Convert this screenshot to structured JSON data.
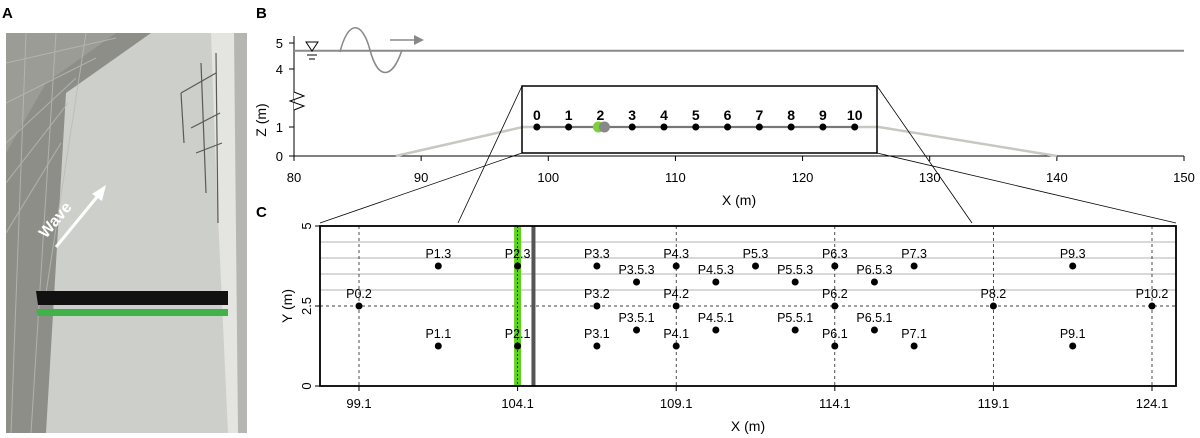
{
  "panels": {
    "a": {
      "letter": "A",
      "wave_label": "Wave",
      "colors": {
        "wall": "#8a8a86",
        "floor": "#cfd0cc",
        "black_strip": "#111111",
        "green_strip": "#3fb34a"
      }
    },
    "b": {
      "letter": "B",
      "xlabel": "X (m)",
      "ylabel": "Z (m)",
      "x_ticks": [
        "80",
        "90",
        "100",
        "110",
        "120",
        "130",
        "140",
        "150"
      ],
      "y_ticks": [
        "0",
        "1",
        "4",
        "5"
      ],
      "water_level": 4.7,
      "profile": [
        [
          88,
          0
        ],
        [
          98,
          1
        ],
        [
          126,
          1
        ],
        [
          140,
          0
        ]
      ],
      "gauges": [
        {
          "label": "0",
          "x": 99.1
        },
        {
          "label": "1",
          "x": 101.6
        },
        {
          "label": "2",
          "x": 104.1
        },
        {
          "label": "3",
          "x": 106.6
        },
        {
          "label": "4",
          "x": 109.1
        },
        {
          "label": "5",
          "x": 111.6
        },
        {
          "label": "6",
          "x": 114.1
        },
        {
          "label": "7",
          "x": 116.6
        },
        {
          "label": "8",
          "x": 119.1
        },
        {
          "label": "9",
          "x": 121.6
        },
        {
          "label": "10",
          "x": 124.1
        }
      ],
      "colors": {
        "water": "#8a8a8a",
        "profile": "#c8c8c0",
        "green_marker": "#7ccf3d",
        "grey_marker": "#888888"
      }
    },
    "c": {
      "letter": "C",
      "xlabel": "X (m)",
      "ylabel": "Y (m)",
      "x_ticks": [
        "99.1",
        "104.1",
        "109.1",
        "114.1",
        "119.1",
        "124.1"
      ],
      "y_ticks": [
        "0",
        "2.5",
        "5"
      ],
      "green_band_x": 104.1,
      "grey_line_x": 104.6,
      "points": [
        {
          "label": "P0.2",
          "x": 99.1,
          "y": 2.5
        },
        {
          "label": "P10.2",
          "x": 124.1,
          "y": 2.5
        },
        {
          "label": "P8.2",
          "x": 119.1,
          "y": 2.5
        },
        {
          "label": "P1.3",
          "x": 101.6,
          "y": 3.75
        },
        {
          "label": "P1.1",
          "x": 101.6,
          "y": 1.25
        },
        {
          "label": "P2.3",
          "x": 104.1,
          "y": 3.75
        },
        {
          "label": "P2.1",
          "x": 104.1,
          "y": 1.25
        },
        {
          "label": "P3.3",
          "x": 106.6,
          "y": 3.75
        },
        {
          "label": "P3.2",
          "x": 106.6,
          "y": 2.5
        },
        {
          "label": "P3.1",
          "x": 106.6,
          "y": 1.25
        },
        {
          "label": "P3.5.3",
          "x": 107.85,
          "y": 3.25
        },
        {
          "label": "P3.5.1",
          "x": 107.85,
          "y": 1.75
        },
        {
          "label": "P4.3",
          "x": 109.1,
          "y": 3.75
        },
        {
          "label": "P4.2",
          "x": 109.1,
          "y": 2.5
        },
        {
          "label": "P4.1",
          "x": 109.1,
          "y": 1.25
        },
        {
          "label": "P4.5.3",
          "x": 110.35,
          "y": 3.25
        },
        {
          "label": "P4.5.1",
          "x": 110.35,
          "y": 1.75
        },
        {
          "label": "P5.3",
          "x": 111.6,
          "y": 3.75
        },
        {
          "label": "P5.5.3",
          "x": 112.85,
          "y": 3.25
        },
        {
          "label": "P5.5.1",
          "x": 112.85,
          "y": 1.75
        },
        {
          "label": "P6.3",
          "x": 114.1,
          "y": 3.75
        },
        {
          "label": "P6.2",
          "x": 114.1,
          "y": 2.5
        },
        {
          "label": "P6.1",
          "x": 114.1,
          "y": 1.25
        },
        {
          "label": "P6.5.3",
          "x": 115.35,
          "y": 3.25
        },
        {
          "label": "P6.5.1",
          "x": 115.35,
          "y": 1.75
        },
        {
          "label": "P7.3",
          "x": 116.6,
          "y": 3.75
        },
        {
          "label": "P7.1",
          "x": 116.6,
          "y": 1.25
        },
        {
          "label": "P9.3",
          "x": 121.6,
          "y": 3.75
        },
        {
          "label": "P9.1",
          "x": 121.6,
          "y": 1.25
        }
      ],
      "colors": {
        "green_band": "#5fd11f",
        "grey_line": "#555555"
      }
    }
  }
}
